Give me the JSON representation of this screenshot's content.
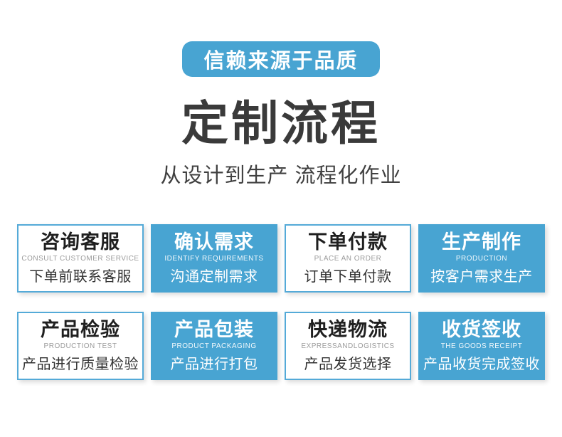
{
  "banner": {
    "label": "信赖来源于品质"
  },
  "header": {
    "title": "定制流程",
    "subtitle": "从设计到生产 流程化作业"
  },
  "colors": {
    "accent_blue": "#48a4d2",
    "card_border_blue": "#54aad8",
    "title_dark": "#3a3a3a"
  },
  "steps": [
    {
      "title": "咨询客服",
      "en": "CONSULT CUSTOMER SERVICE",
      "desc": "下单前联系客服",
      "variant": "white"
    },
    {
      "title": "确认需求",
      "en": "IDENTIFY REQUIREMENTS",
      "desc": "沟通定制需求",
      "variant": "blue"
    },
    {
      "title": "下单付款",
      "en": "PLACE AN ORDER",
      "desc": "订单下单付款",
      "variant": "white"
    },
    {
      "title": "生产制作",
      "en": "PRODUCTION",
      "desc": "按客户需求生产",
      "variant": "blue"
    },
    {
      "title": "产品检验",
      "en": "PRODUCTION TEST",
      "desc": "产品进行质量检验",
      "variant": "white"
    },
    {
      "title": "产品包装",
      "en": "PRODUCT PACKAGING",
      "desc": "产品进行打包",
      "variant": "blue"
    },
    {
      "title": "快递物流",
      "en": "EXPRESSANDLOGISTICS",
      "desc": "产品发货选择",
      "variant": "white"
    },
    {
      "title": "收货签收",
      "en": "THE GOODS RECEIPT",
      "desc": "产品收货完成签收",
      "variant": "blue"
    }
  ]
}
